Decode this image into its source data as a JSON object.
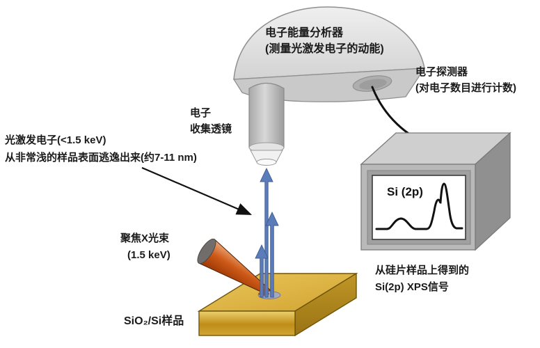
{
  "diagram": {
    "labels": {
      "analyzer": {
        "line1": "电子能量分析器",
        "line2": "(测量光激发电子的动能)"
      },
      "detector": {
        "line1": "电子探测器",
        "line2": "(对电子数目进行计数)"
      },
      "lens": {
        "line1": "电子",
        "line2": "收集透镜"
      },
      "photoelectrons": {
        "line1": "光激发电子(<1.5 keV)",
        "line2": "从非常浅的样品表面逃逸出来(约7-11 nm)"
      },
      "xray_beam": {
        "line1": "聚焦X光束",
        "line2": "(1.5 keV)"
      },
      "sample": {
        "text": "SiO₂/Si样品"
      },
      "screen": {
        "text": "Si (2p)"
      },
      "monitor_caption": {
        "line1": "从硅片样品上得到的",
        "line2": "Si(2p) XPS信号"
      }
    },
    "colors": {
      "electron_arrow_blue": "#5b7cb8",
      "sample_gold": "#d9ab38",
      "xray_orange": "#cd5a18",
      "analyzer_gray": "#e2e2e2",
      "monitor_gray": "#b9b9b9",
      "line_black": "#111111",
      "screen_white": "#ffffff"
    }
  }
}
